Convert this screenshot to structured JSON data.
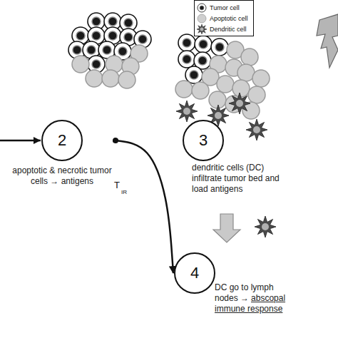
{
  "diagram": {
    "nodes": [
      {
        "text": [
          "2",
          "apoptotic & necrotic tumor cells → antigens"
        ]
      },
      {
        "text": [
          "3",
          "dendritic cells (DC) infiltrate tumor bed and load antigens"
        ]
      },
      {
        "text": [
          "4",
          "DC go to lymph nodes →",
          "abscopal immune response"
        ]
      }
    ],
    "edges": [
      {
        "from": 0,
        "to": 2,
        "arrow": "to",
        "label": "T"
      },
      {
        "from": 1,
        "to": 2,
        "arrow": "to"
      }
    ],
    "labels": [
      "IR"
    ],
    "legend": [
      {
        "text": "Tumor cell"
      },
      {
        "text": "Apoptotic cell"
      },
      {
        "text": "Dendritic cell"
      }
    ]
  }
}
